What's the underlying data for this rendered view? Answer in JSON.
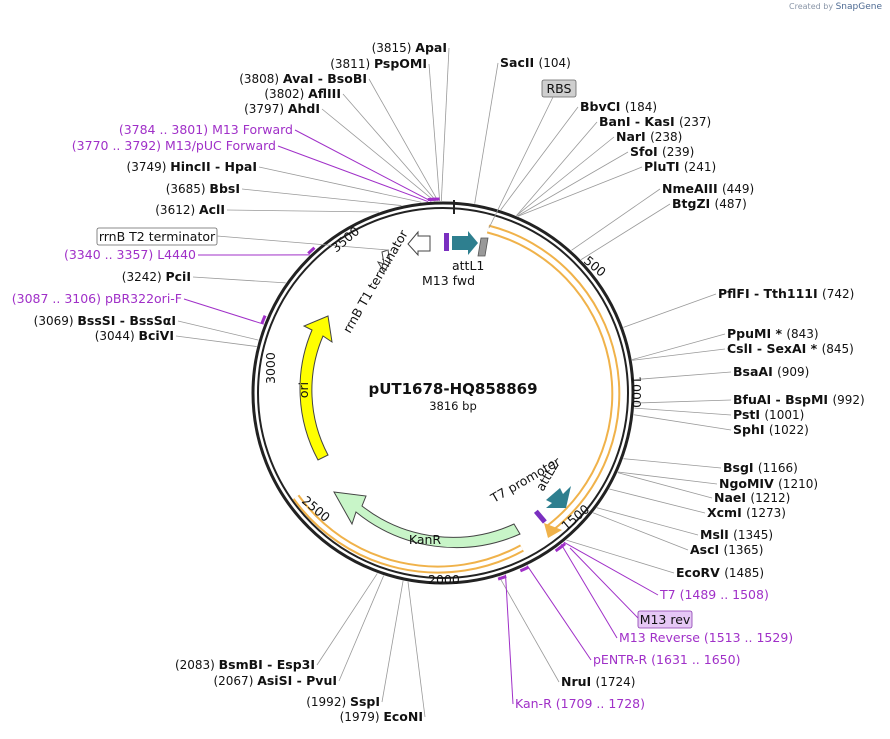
{
  "brand": {
    "prefix": "Created by",
    "name": "SnapGene"
  },
  "plasmid": {
    "name": "pUT1678-HQ858869",
    "length": "3816 bp"
  },
  "ticks": [
    "500",
    "1000",
    "1500",
    "2000",
    "2500",
    "3000",
    "3500"
  ],
  "features": {
    "rbs": "RBS",
    "attL1": "attL1",
    "m13fwd": "M13 fwd",
    "rrnB_T1": "rrnB T1 terminator",
    "rrnB_T2": "rrnB T2 terminator",
    "ori": "ori",
    "kanR": "KanR",
    "t7promoter": "T7 promoter",
    "attL2": "attL2",
    "m13rev": "M13 rev"
  },
  "left_labels": [
    {
      "pos": "(3815)",
      "name": "ApaI"
    },
    {
      "pos": "(3811)",
      "name": "PspOMI"
    },
    {
      "pos": "(3808)",
      "name": "AvaI  - BsoBI"
    },
    {
      "pos": "(3802)",
      "name": "AflIII"
    },
    {
      "pos": "(3797)",
      "name": "AhdI"
    },
    {
      "pos": "(3784 .. 3801)",
      "name": "M13 Forward",
      "primer": true
    },
    {
      "pos": "(3770 .. 3792)",
      "name": "M13/pUC Forward",
      "primer": true
    },
    {
      "pos": "(3749)",
      "name": "HincII  - HpaI"
    },
    {
      "pos": "(3685)",
      "name": "BbsI"
    },
    {
      "pos": "(3612)",
      "name": "AclI"
    },
    {
      "pos": "(3340 .. 3357)",
      "name": "L4440",
      "primer": true
    },
    {
      "pos": "(3242)",
      "name": "PciI"
    },
    {
      "pos": "(3087 .. 3106)",
      "name": "pBR322ori-F",
      "primer": true
    },
    {
      "pos": "(3069)",
      "name": "BssSI  - BssSαI"
    },
    {
      "pos": "(3044)",
      "name": "BciVI"
    },
    {
      "pos": "(2083)",
      "name": "BsmBI  - Esp3I"
    },
    {
      "pos": "(2067)",
      "name": "AsiSI  - PvuI"
    },
    {
      "pos": "(1992)",
      "name": "SspI"
    },
    {
      "pos": "(1979)",
      "name": "EcoNI"
    }
  ],
  "right_labels": [
    {
      "name": "SacII",
      "pos": "(104)"
    },
    {
      "name": "BbvCI",
      "pos": "(184)"
    },
    {
      "name": "BanI  - KasI",
      "pos": "(237)"
    },
    {
      "name": "NarI",
      "pos": "(238)"
    },
    {
      "name": "SfoI",
      "pos": "(239)"
    },
    {
      "name": "PluTI",
      "pos": "(241)"
    },
    {
      "name": "NmeAIII",
      "pos": "(449)"
    },
    {
      "name": "BtgZI",
      "pos": "(487)"
    },
    {
      "name": "PflFI  - Tth111I",
      "pos": "(742)"
    },
    {
      "name": "PpuMI *",
      "pos": "(843)"
    },
    {
      "name": "CslI  - SexAI *",
      "pos": "(845)"
    },
    {
      "name": "BsaAI",
      "pos": "(909)"
    },
    {
      "name": "BfuAI  - BspMI",
      "pos": "(992)"
    },
    {
      "name": "PstI",
      "pos": "(1001)"
    },
    {
      "name": "SphI",
      "pos": "(1022)"
    },
    {
      "name": "BsgI",
      "pos": "(1166)"
    },
    {
      "name": "NgoMIV",
      "pos": "(1210)"
    },
    {
      "name": "NaeI",
      "pos": "(1212)"
    },
    {
      "name": "XcmI",
      "pos": "(1273)"
    },
    {
      "name": "MslI",
      "pos": "(1345)"
    },
    {
      "name": "AscI",
      "pos": "(1365)"
    },
    {
      "name": "EcoRV",
      "pos": "(1485)"
    },
    {
      "name": "T7",
      "pos": "(1489 .. 1508)",
      "primer": true
    },
    {
      "name": "M13 Reverse",
      "pos": "(1513 .. 1529)",
      "primer": true
    },
    {
      "name": "pENTR-R",
      "pos": "(1631 .. 1650)",
      "primer": true
    },
    {
      "name": "NruI",
      "pos": "(1724)"
    },
    {
      "name": "Kan-R",
      "pos": "(1709 .. 1728)",
      "primer": true
    }
  ],
  "colors": {
    "primer": "#a030c8",
    "ori": "#ffff00",
    "kanR": "#c8f5c8",
    "orf": "#f0b24a",
    "attL": "#2e7f8f"
  }
}
